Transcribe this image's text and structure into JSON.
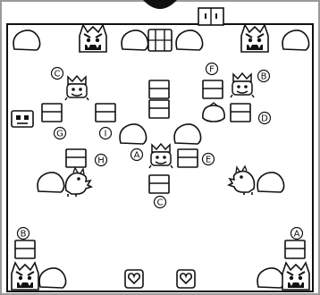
{
  "game": {
    "colors": {
      "ink": "#111111",
      "paper": "#ffffff",
      "edge": "#9a9a9a"
    },
    "entrance_icon": "double-door-icon",
    "point_labels": [
      {
        "id": "label-c-top",
        "text": "C"
      },
      {
        "id": "label-f",
        "text": "F"
      },
      {
        "id": "label-b-top",
        "text": "B"
      },
      {
        "id": "label-g",
        "text": "G"
      },
      {
        "id": "label-i",
        "text": "I"
      },
      {
        "id": "label-d",
        "text": "D"
      },
      {
        "id": "label-h",
        "text": "H"
      },
      {
        "id": "label-a-center",
        "text": "A"
      },
      {
        "id": "label-e",
        "text": "E"
      },
      {
        "id": "label-c-bottom",
        "text": "C"
      },
      {
        "id": "label-b-bottom",
        "text": "B"
      },
      {
        "id": "label-a-bottom",
        "text": "A"
      }
    ],
    "sprites": {
      "ogre": "ogre-face-icon",
      "crowned": "crowned-face-icon",
      "dragon": "dragon-icon",
      "robot": "robot-face-icon",
      "heart_tile": "heart-tile-icon",
      "boulder": "boulder-icon",
      "barrel": "barrel-icon",
      "block": "stone-block-icon",
      "sack": "sack-icon"
    }
  }
}
